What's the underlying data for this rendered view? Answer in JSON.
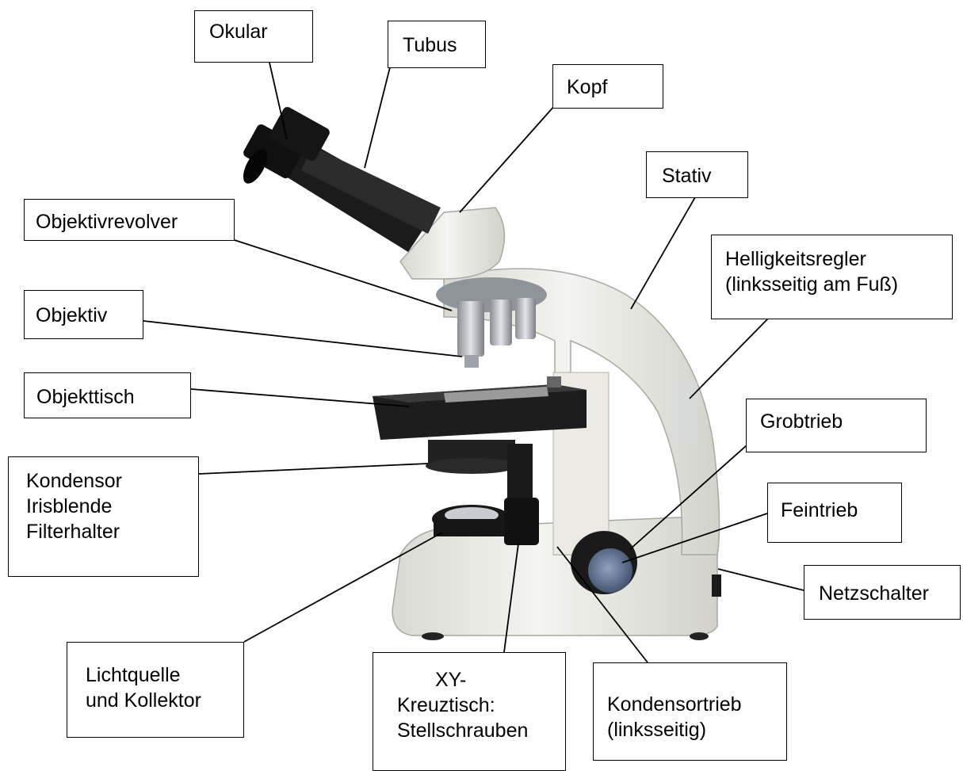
{
  "labels": {
    "okular": "Okular",
    "tubus": "Tubus",
    "kopf": "Kopf",
    "stativ": "Stativ",
    "objektivrevolver": "Objektivrevolver",
    "objektiv": "Objektiv",
    "objekttisch": "Objekttisch",
    "helligkeitsregler": [
      "Helligkeitsregler",
      "(linksseitig am Fuß)"
    ],
    "kondensor": [
      "Kondensor",
      "Irisblende",
      "Filterhalter"
    ],
    "grobtrieb": "Grobtrieb",
    "feintrieb": "Feintrieb",
    "netzschalter": "Netzschalter",
    "lichtquelle": [
      "Lichtquelle",
      "und Kollektor"
    ],
    "xy_kreuztisch": [
      "XY-",
      "Kreuztisch:",
      "Stellschrauben"
    ],
    "kondensortrieb": [
      "Kondensortrieb",
      "(linksseitig)"
    ]
  },
  "colors": {
    "body": "#efefeb",
    "body_shade": "#d6d6d0",
    "dark": "#1c1c1c",
    "metal": "#b9bdc2",
    "knob_blue": "#5d6f8c"
  }
}
